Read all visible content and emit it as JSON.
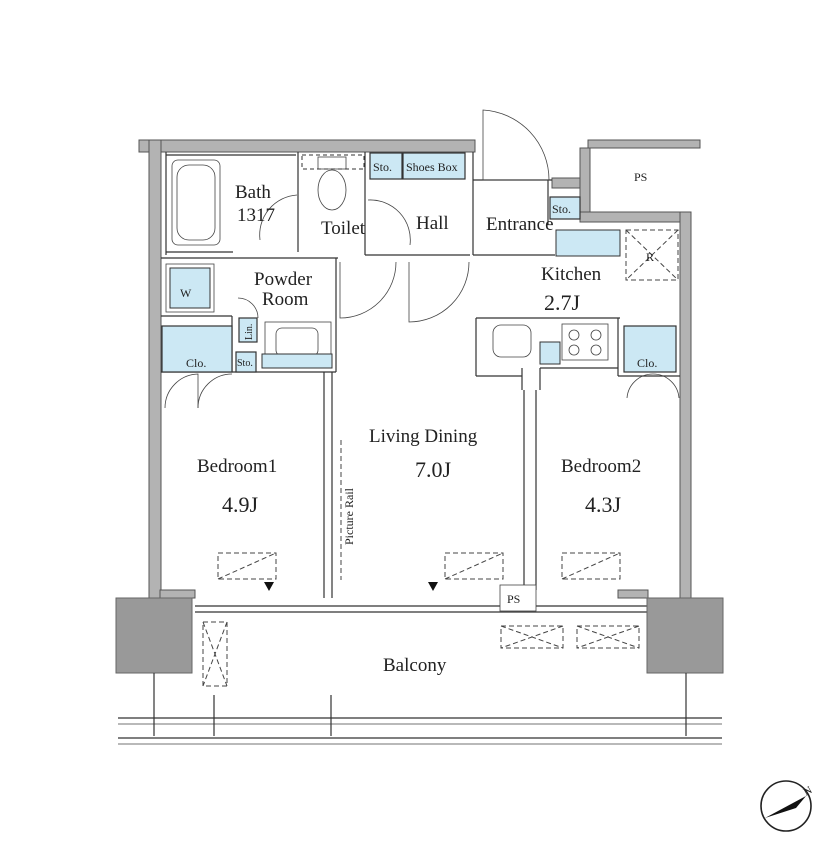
{
  "rooms": {
    "bath": {
      "name": "Bath",
      "size": "1317"
    },
    "toilet": "Toilet",
    "hall": "Hall",
    "entrance": "Entrance",
    "powder_room": {
      "line1": "Powder",
      "line2": "Room"
    },
    "kitchen": {
      "name": "Kitchen",
      "size": "2.7J"
    },
    "living_dining": {
      "name": "Living Dining",
      "size": "7.0J"
    },
    "bedroom1": {
      "name": "Bedroom1",
      "size": "4.9J"
    },
    "bedroom2": {
      "name": "Bedroom2",
      "size": "4.3J"
    },
    "balcony": "Balcony"
  },
  "fixtures": {
    "sto_hall": "Sto.",
    "shoes_box": "Shoes Box",
    "sto_entrance": "Sto.",
    "ps_top": "PS",
    "refrigerator": "R",
    "washer": "W",
    "linen": "Lin.",
    "sto_powder": "Sto.",
    "closet1": "Clo.",
    "closet2": "Clo.",
    "ps_balcony": "PS",
    "picture_rail": "Picture Rail"
  },
  "icons": [
    "north-arrow-icon",
    "stove-icon",
    "washer-icon",
    "bathtub-icon",
    "toilet-icon",
    "sink-icon"
  ]
}
